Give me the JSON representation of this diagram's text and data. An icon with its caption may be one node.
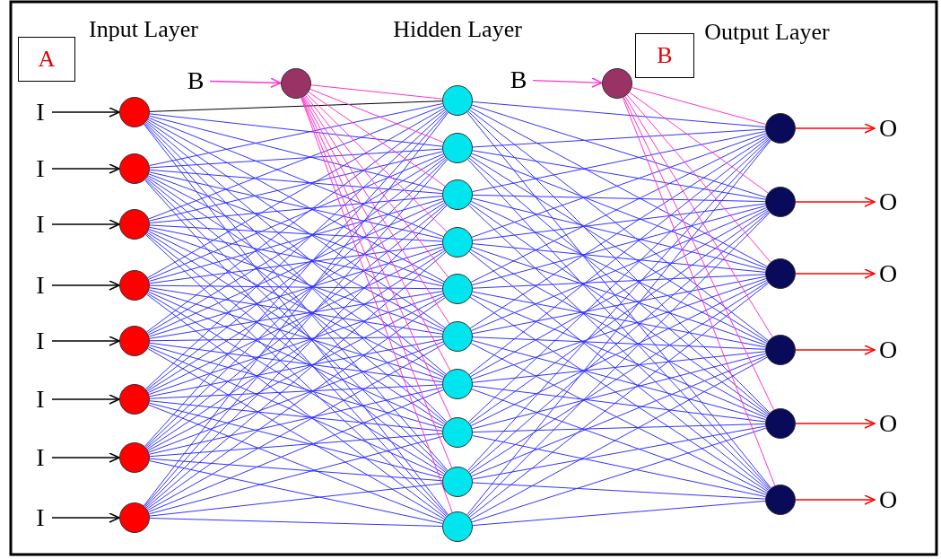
{
  "diagram": {
    "nodes": [
      {
        "text": [
          "A"
        ]
      },
      {
        "text": [
          "B"
        ]
      },
      {
        "text": [
          "B"
        ]
      },
      {
        "text": [],
        "shape": "circle"
      },
      {
        "text": [
          "B"
        ]
      },
      {
        "text": [],
        "shape": "circle"
      },
      {
        "text": [
          "I"
        ]
      },
      {
        "text": [
          "I"
        ]
      },
      {
        "text": [
          "I"
        ]
      },
      {
        "text": [
          "I"
        ]
      },
      {
        "text": [
          "I"
        ]
      },
      {
        "text": [
          "I"
        ]
      },
      {
        "text": [
          "I"
        ]
      },
      {
        "text": [
          "I"
        ]
      },
      {
        "text": [],
        "shape": "circle"
      },
      {
        "text": [],
        "shape": "circle"
      },
      {
        "text": [],
        "shape": "circle"
      },
      {
        "text": [],
        "shape": "circle"
      },
      {
        "text": [],
        "shape": "circle"
      },
      {
        "text": [],
        "shape": "circle"
      },
      {
        "text": [],
        "shape": "circle"
      },
      {
        "text": [],
        "shape": "circle"
      },
      {
        "text": [],
        "shape": "circle"
      },
      {
        "text": [],
        "shape": "circle"
      },
      {
        "text": [],
        "shape": "circle"
      },
      {
        "text": [],
        "shape": "circle"
      },
      {
        "text": [],
        "shape": "circle"
      },
      {
        "text": [],
        "shape": "circle"
      },
      {
        "text": [],
        "shape": "circle"
      },
      {
        "text": [],
        "shape": "circle"
      },
      {
        "text": [],
        "shape": "circle"
      },
      {
        "text": [],
        "shape": "circle"
      },
      {
        "text": [],
        "shape": "circle"
      },
      {
        "text": [],
        "shape": "circle"
      },
      {
        "text": [],
        "shape": "circle"
      },
      {
        "text": [],
        "shape": "circle"
      },
      {
        "text": [],
        "shape": "circle"
      },
      {
        "text": [],
        "shape": "circle"
      },
      {
        "text": [
          "O"
        ]
      },
      {
        "text": [
          "O"
        ]
      },
      {
        "text": [
          "O"
        ]
      },
      {
        "text": [
          "O"
        ]
      },
      {
        "text": [
          "O"
        ]
      },
      {
        "text": [
          "O"
        ]
      }
    ],
    "edges": [
      {
        "from": 6,
        "to": 14,
        "arrow": "to",
        "color": "#000000"
      },
      {
        "from": 7,
        "to": 15,
        "arrow": "to",
        "color": "#000000"
      },
      {
        "from": 8,
        "to": 16,
        "arrow": "to",
        "color": "#000000"
      },
      {
        "from": 9,
        "to": 17,
        "arrow": "to",
        "color": "#000000"
      },
      {
        "from": 10,
        "to": 18,
        "arrow": "to",
        "color": "#000000"
      },
      {
        "from": 11,
        "to": 19,
        "arrow": "to",
        "color": "#000000"
      },
      {
        "from": 12,
        "to": 20,
        "arrow": "to",
        "color": "#000000"
      },
      {
        "from": 13,
        "to": 21,
        "arrow": "to",
        "color": "#000000"
      },
      {
        "from": 2,
        "to": 3,
        "arrow": "to",
        "color": "#ff33cc"
      },
      {
        "from": 4,
        "to": 5,
        "arrow": "to",
        "color": "#ff33cc"
      },
      {
        "from": 14,
        "to": 22,
        "arrow": "none",
        "color": "#000000"
      },
      {
        "from": 14,
        "to": 23,
        "arrow": "none"
      },
      {
        "from": 14,
        "to": 24,
        "arrow": "none"
      },
      {
        "from": 14,
        "to": 25,
        "arrow": "none"
      },
      {
        "from": 14,
        "to": 26,
        "arrow": "none"
      },
      {
        "from": 14,
        "to": 27,
        "arrow": "none"
      },
      {
        "from": 14,
        "to": 28,
        "arrow": "none"
      },
      {
        "from": 14,
        "to": 29,
        "arrow": "none"
      },
      {
        "from": 14,
        "to": 30,
        "arrow": "none"
      },
      {
        "from": 14,
        "to": 31,
        "arrow": "none"
      },
      {
        "from": 15,
        "to": 22,
        "arrow": "none"
      },
      {
        "from": 15,
        "to": 23,
        "arrow": "none"
      },
      {
        "from": 15,
        "to": 24,
        "arrow": "none"
      },
      {
        "from": 15,
        "to": 25,
        "arrow": "none"
      },
      {
        "from": 15,
        "to": 26,
        "arrow": "none"
      },
      {
        "from": 15,
        "to": 27,
        "arrow": "none"
      },
      {
        "from": 15,
        "to": 28,
        "arrow": "none"
      },
      {
        "from": 15,
        "to": 29,
        "arrow": "none"
      },
      {
        "from": 15,
        "to": 30,
        "arrow": "none"
      },
      {
        "from": 15,
        "to": 31,
        "arrow": "none"
      },
      {
        "from": 16,
        "to": 22,
        "arrow": "none"
      },
      {
        "from": 16,
        "to": 23,
        "arrow": "none"
      },
      {
        "from": 16,
        "to": 24,
        "arrow": "none"
      },
      {
        "from": 16,
        "to": 25,
        "arrow": "none"
      },
      {
        "from": 16,
        "to": 26,
        "arrow": "none"
      },
      {
        "from": 16,
        "to": 27,
        "arrow": "none"
      },
      {
        "from": 16,
        "to": 28,
        "arrow": "none"
      },
      {
        "from": 16,
        "to": 29,
        "arrow": "none"
      },
      {
        "from": 16,
        "to": 30,
        "arrow": "none"
      },
      {
        "from": 16,
        "to": 31,
        "arrow": "none"
      },
      {
        "from": 17,
        "to": 22,
        "arrow": "none"
      },
      {
        "from": 17,
        "to": 23,
        "arrow": "none"
      },
      {
        "from": 17,
        "to": 24,
        "arrow": "none"
      },
      {
        "from": 17,
        "to": 25,
        "arrow": "none"
      },
      {
        "from": 17,
        "to": 26,
        "arrow": "none"
      },
      {
        "from": 17,
        "to": 27,
        "arrow": "none"
      },
      {
        "from": 17,
        "to": 28,
        "arrow": "none"
      },
      {
        "from": 17,
        "to": 29,
        "arrow": "none"
      },
      {
        "from": 17,
        "to": 30,
        "arrow": "none"
      },
      {
        "from": 17,
        "to": 31,
        "arrow": "none"
      },
      {
        "from": 18,
        "to": 22,
        "arrow": "none"
      },
      {
        "from": 18,
        "to": 23,
        "arrow": "none"
      },
      {
        "from": 18,
        "to": 24,
        "arrow": "none"
      },
      {
        "from": 18,
        "to": 25,
        "arrow": "none"
      },
      {
        "from": 18,
        "to": 26,
        "arrow": "none"
      },
      {
        "from": 18,
        "to": 27,
        "arrow": "none"
      },
      {
        "from": 18,
        "to": 28,
        "arrow": "none"
      },
      {
        "from": 18,
        "to": 29,
        "arrow": "none"
      },
      {
        "from": 18,
        "to": 30,
        "arrow": "none"
      },
      {
        "from": 18,
        "to": 31,
        "arrow": "none"
      },
      {
        "from": 19,
        "to": 22,
        "arrow": "none"
      },
      {
        "from": 19,
        "to": 23,
        "arrow": "none"
      },
      {
        "from": 19,
        "to": 24,
        "arrow": "none"
      },
      {
        "from": 19,
        "to": 25,
        "arrow": "none"
      },
      {
        "from": 19,
        "to": 26,
        "arrow": "none"
      },
      {
        "from": 19,
        "to": 27,
        "arrow": "none"
      },
      {
        "from": 19,
        "to": 28,
        "arrow": "none"
      },
      {
        "from": 19,
        "to": 29,
        "arrow": "none"
      },
      {
        "from": 19,
        "to": 30,
        "arrow": "none"
      },
      {
        "from": 19,
        "to": 31,
        "arrow": "none"
      },
      {
        "from": 20,
        "to": 22,
        "arrow": "none"
      },
      {
        "from": 20,
        "to": 23,
        "arrow": "none"
      },
      {
        "from": 20,
        "to": 24,
        "arrow": "none"
      },
      {
        "from": 20,
        "to": 25,
        "arrow": "none"
      },
      {
        "from": 20,
        "to": 26,
        "arrow": "none"
      },
      {
        "from": 20,
        "to": 27,
        "arrow": "none"
      },
      {
        "from": 20,
        "to": 28,
        "arrow": "none"
      },
      {
        "from": 20,
        "to": 29,
        "arrow": "none"
      },
      {
        "from": 20,
        "to": 30,
        "arrow": "none"
      },
      {
        "from": 20,
        "to": 31,
        "arrow": "none"
      },
      {
        "from": 21,
        "to": 22,
        "arrow": "none"
      },
      {
        "from": 21,
        "to": 23,
        "arrow": "none"
      },
      {
        "from": 21,
        "to": 24,
        "arrow": "none"
      },
      {
        "from": 21,
        "to": 25,
        "arrow": "none"
      },
      {
        "from": 21,
        "to": 26,
        "arrow": "none"
      },
      {
        "from": 21,
        "to": 27,
        "arrow": "none"
      },
      {
        "from": 21,
        "to": 28,
        "arrow": "none"
      },
      {
        "from": 21,
        "to": 29,
        "arrow": "none"
      },
      {
        "from": 21,
        "to": 30,
        "arrow": "none"
      },
      {
        "from": 21,
        "to": 31,
        "arrow": "none"
      },
      {
        "from": 3,
        "to": 22,
        "arrow": "none",
        "color": "#ff33cc"
      },
      {
        "from": 3,
        "to": 23,
        "arrow": "none",
        "color": "#ff33cc"
      },
      {
        "from": 3,
        "to": 24,
        "arrow": "none",
        "color": "#ff33cc"
      },
      {
        "from": 3,
        "to": 25,
        "arrow": "none",
        "color": "#ff33cc"
      },
      {
        "from": 3,
        "to": 26,
        "arrow": "none",
        "color": "#ff33cc"
      },
      {
        "from": 3,
        "to": 27,
        "arrow": "none",
        "color": "#ff33cc"
      },
      {
        "from": 3,
        "to": 28,
        "arrow": "none",
        "color": "#ff33cc"
      },
      {
        "from": 3,
        "to": 29,
        "arrow": "none",
        "color": "#ff33cc"
      },
      {
        "from": 3,
        "to": 30,
        "arrow": "none",
        "color": "#ff33cc"
      },
      {
        "from": 3,
        "to": 31,
        "arrow": "none",
        "color": "#ff33cc"
      },
      {
        "from": 22,
        "to": 32,
        "arrow": "none"
      },
      {
        "from": 22,
        "to": 33,
        "arrow": "none"
      },
      {
        "from": 22,
        "to": 34,
        "arrow": "none"
      },
      {
        "from": 22,
        "to": 35,
        "arrow": "none"
      },
      {
        "from": 22,
        "to": 36,
        "arrow": "none"
      },
      {
        "from": 22,
        "to": 37,
        "arrow": "none"
      },
      {
        "from": 23,
        "to": 32,
        "arrow": "none"
      },
      {
        "from": 23,
        "to": 33,
        "arrow": "none"
      },
      {
        "from": 23,
        "to": 34,
        "arrow": "none"
      },
      {
        "from": 23,
        "to": 35,
        "arrow": "none"
      },
      {
        "from": 23,
        "to": 36,
        "arrow": "none"
      },
      {
        "from": 23,
        "to": 37,
        "arrow": "none"
      },
      {
        "from": 24,
        "to": 32,
        "arrow": "none"
      },
      {
        "from": 24,
        "to": 33,
        "arrow": "none"
      },
      {
        "from": 24,
        "to": 34,
        "arrow": "none"
      },
      {
        "from": 24,
        "to": 35,
        "arrow": "none"
      },
      {
        "from": 24,
        "to": 36,
        "arrow": "none"
      },
      {
        "from": 24,
        "to": 37,
        "arrow": "none"
      },
      {
        "from": 25,
        "to": 32,
        "arrow": "none"
      },
      {
        "from": 25,
        "to": 33,
        "arrow": "none"
      },
      {
        "from": 25,
        "to": 34,
        "arrow": "none"
      },
      {
        "from": 25,
        "to": 35,
        "arrow": "none"
      },
      {
        "from": 25,
        "to": 36,
        "arrow": "none"
      },
      {
        "from": 25,
        "to": 37,
        "arrow": "none"
      },
      {
        "from": 26,
        "to": 32,
        "arrow": "none"
      },
      {
        "from": 26,
        "to": 33,
        "arrow": "none"
      },
      {
        "from": 26,
        "to": 34,
        "arrow": "none"
      },
      {
        "from": 26,
        "to": 35,
        "arrow": "none"
      },
      {
        "from": 26,
        "to": 36,
        "arrow": "none"
      },
      {
        "from": 26,
        "to": 37,
        "arrow": "none"
      },
      {
        "from": 27,
        "to": 32,
        "arrow": "none"
      },
      {
        "from": 27,
        "to": 33,
        "arrow": "none"
      },
      {
        "from": 27,
        "to": 34,
        "arrow": "none"
      },
      {
        "from": 27,
        "to": 35,
        "arrow": "none"
      },
      {
        "from": 27,
        "to": 36,
        "arrow": "none"
      },
      {
        "from": 27,
        "to": 37,
        "arrow": "none"
      },
      {
        "from": 28,
        "to": 32,
        "arrow": "none"
      },
      {
        "from": 28,
        "to": 33,
        "arrow": "none"
      },
      {
        "from": 28,
        "to": 34,
        "arrow": "none"
      },
      {
        "from": 28,
        "to": 35,
        "arrow": "none"
      },
      {
        "from": 28,
        "to": 36,
        "arrow": "none"
      },
      {
        "from": 28,
        "to": 37,
        "arrow": "none"
      },
      {
        "from": 29,
        "to": 32,
        "arrow": "none"
      },
      {
        "from": 29,
        "to": 33,
        "arrow": "none"
      },
      {
        "from": 29,
        "to": 34,
        "arrow": "none"
      },
      {
        "from": 29,
        "to": 35,
        "arrow": "none"
      },
      {
        "from": 29,
        "to": 36,
        "arrow": "none"
      },
      {
        "from": 29,
        "to": 37,
        "arrow": "none"
      },
      {
        "from": 30,
        "to": 32,
        "arrow": "none"
      },
      {
        "from": 30,
        "to": 33,
        "arrow": "none"
      },
      {
        "from": 30,
        "to": 34,
        "arrow": "none"
      },
      {
        "from": 30,
        "to": 35,
        "arrow": "none"
      },
      {
        "from": 30,
        "to": 36,
        "arrow": "none"
      },
      {
        "from": 30,
        "to": 37,
        "arrow": "none"
      },
      {
        "from": 31,
        "to": 32,
        "arrow": "none"
      },
      {
        "from": 31,
        "to": 33,
        "arrow": "none"
      },
      {
        "from": 31,
        "to": 34,
        "arrow": "none"
      },
      {
        "from": 31,
        "to": 35,
        "arrow": "none"
      },
      {
        "from": 31,
        "to": 36,
        "arrow": "none"
      },
      {
        "from": 31,
        "to": 37,
        "arrow": "none"
      },
      {
        "from": 5,
        "to": 32,
        "arrow": "none",
        "color": "#ff33cc"
      },
      {
        "from": 5,
        "to": 33,
        "arrow": "none",
        "color": "#ff33cc"
      },
      {
        "from": 5,
        "to": 34,
        "arrow": "none",
        "color": "#ff33cc"
      },
      {
        "from": 5,
        "to": 35,
        "arrow": "none",
        "color": "#ff33cc"
      },
      {
        "from": 5,
        "to": 36,
        "arrow": "none",
        "color": "#ff33cc"
      },
      {
        "from": 5,
        "to": 37,
        "arrow": "none",
        "color": "#ff33cc"
      },
      {
        "from": 32,
        "to": 38,
        "arrow": "to",
        "color": "#ff0000"
      },
      {
        "from": 33,
        "to": 39,
        "arrow": "to",
        "color": "#ff0000"
      },
      {
        "from": 34,
        "to": 40,
        "arrow": "to",
        "color": "#ff0000"
      },
      {
        "from": 35,
        "to": 41,
        "arrow": "to",
        "color": "#ff0000"
      },
      {
        "from": 36,
        "to": 42,
        "arrow": "to",
        "color": "#ff0000"
      },
      {
        "from": 37,
        "to": 43,
        "arrow": "to",
        "color": "#ff0000"
      }
    ],
    "labels": [
      "Input Layer",
      "Hidden Layer",
      "Output Layer"
    ]
  }
}
